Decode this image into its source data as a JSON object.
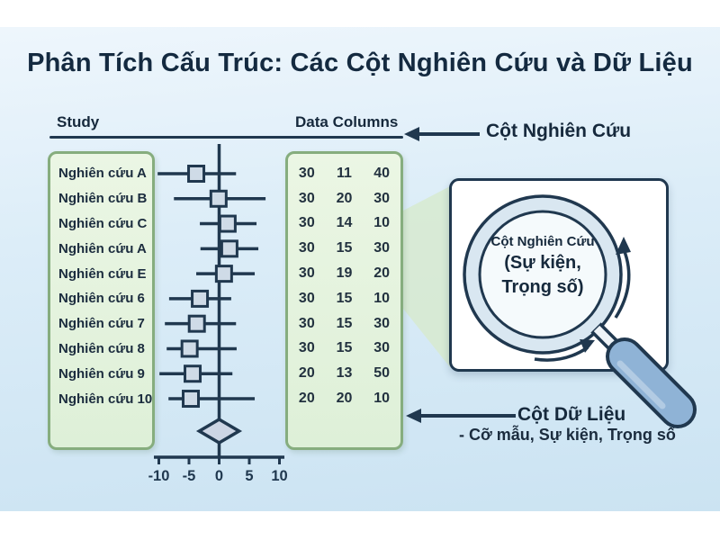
{
  "title": "Phân Tích Cấu Trúc: Các Cột Nghiên Cứu và Dữ Liệu",
  "headers": {
    "study": "Study",
    "data_columns": "Data Columns"
  },
  "callouts": {
    "top": {
      "label": "Cột Nghiên Cứu"
    },
    "bottom": {
      "label": "Cột Dữ Liệu",
      "sub": "- Cỡ mẫu, Sự kiện, Trọng số"
    }
  },
  "magnifier": {
    "line1": "Cột Nghiên Cứu",
    "line2": "(Sự kiện,",
    "line3": "Trọng số)"
  },
  "chart_data": {
    "type": "forest",
    "axis_ticks": [
      -10,
      -5,
      0,
      5,
      10
    ],
    "axis_range": [
      -10,
      10
    ],
    "rows": [
      {
        "study": "Nghiên cứu A",
        "values": [
          30,
          11,
          40
        ],
        "estimate": -3.8,
        "ci": [
          -10.2,
          2.8
        ]
      },
      {
        "study": "Nghiên cứu B",
        "values": [
          30,
          20,
          30
        ],
        "estimate": -0.1,
        "ci": [
          -7.5,
          7.7
        ]
      },
      {
        "study": "Nghiên cứu C",
        "values": [
          30,
          14,
          10
        ],
        "estimate": 1.4,
        "ci": [
          -3.2,
          6.2
        ]
      },
      {
        "study": "Nghiên cứu A",
        "values": [
          30,
          15,
          30
        ],
        "estimate": 1.7,
        "ci": [
          -3.1,
          6.5
        ]
      },
      {
        "study": "Nghiên cứu E",
        "values": [
          30,
          19,
          20
        ],
        "estimate": 0.8,
        "ci": [
          -3.8,
          5.9
        ]
      },
      {
        "study": "Nghiên cứu 6",
        "values": [
          30,
          15,
          10
        ],
        "estimate": -3.2,
        "ci": [
          -8.3,
          2.0
        ]
      },
      {
        "study": "Nghiên cứu 7",
        "values": [
          30,
          15,
          30
        ],
        "estimate": -3.7,
        "ci": [
          -9.0,
          2.8
        ]
      },
      {
        "study": "Nghiên cứu 8",
        "values": [
          30,
          15,
          30
        ],
        "estimate": -4.9,
        "ci": [
          -8.7,
          2.9
        ]
      },
      {
        "study": "Nghiên cứu 9",
        "values": [
          20,
          13,
          50
        ],
        "estimate": -4.4,
        "ci": [
          -9.9,
          2.2
        ]
      },
      {
        "study": "Nghiên cứu 10",
        "values": [
          20,
          20,
          10
        ],
        "estimate": -4.7,
        "ci": [
          -8.4,
          5.9
        ]
      }
    ],
    "summary_diamond": {
      "center": 0,
      "ci": [
        -3.3,
        3.3
      ]
    },
    "data_column_meaning": "Cỡ mẫu, Sự kiện, Trọng số"
  },
  "colors": {
    "navy": "#20384f",
    "square_fill": "#cfdbe7",
    "diamond_fill": "#ccd5e4",
    "wedge": "#d7ead1",
    "lens_outer": "#d9e7f1",
    "lens_inner": "#f5fafc",
    "handle": "#8fb3d6",
    "handle_highlight": "#b9d0e6",
    "neck_fill": "#eef3f7",
    "green_border": "#86ad7e",
    "green_fill": "#e7f4e1"
  }
}
